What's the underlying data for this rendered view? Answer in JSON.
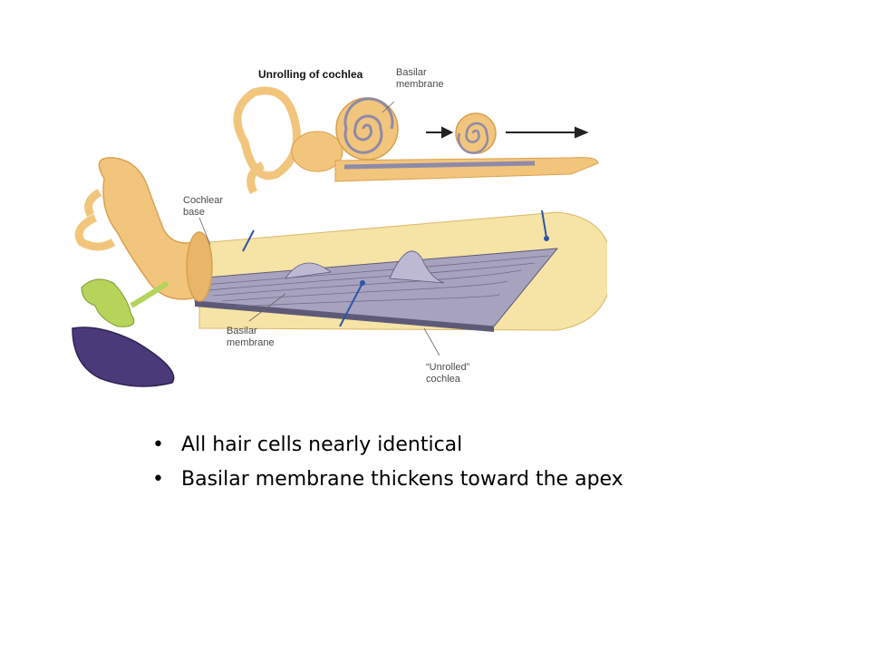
{
  "figure": {
    "title": "Unrolling of cochlea",
    "labels": {
      "basilar_membrane_top_1": "Basilar",
      "basilar_membrane_top_2": "membrane",
      "cochlear_base_1": "Cochlear",
      "cochlear_base_2": "base",
      "basilar_membrane_bottom_1": "Basilar",
      "basilar_membrane_bottom_2": "membrane",
      "unrolled_cochlea_1": "“Unrolled”",
      "unrolled_cochlea_2": "cochlea"
    },
    "colors": {
      "bone": "#f2c57d",
      "bone_dark": "#d9a04e",
      "membrane": "#8e8aa8",
      "membrane_dark": "#5d5a78",
      "unrolled_bg": "#f6e3a6",
      "nerve": "#b6d35a",
      "drum": "#4b3a7a",
      "pointer": "#2d56a6"
    }
  },
  "bullets": [
    "All hair cells nearly identical",
    "Basilar membrane thickens toward the apex"
  ]
}
